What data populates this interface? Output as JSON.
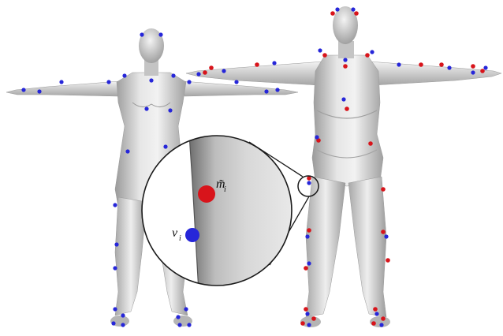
{
  "figure": {
    "labels": {
      "marker_label": "m̃",
      "marker_subscript": "i",
      "vertex_label": "v",
      "vertex_subscript": "i"
    },
    "colors": {
      "background": "#ffffff",
      "body_light": "#f0f0f0",
      "body_mid": "#c9c9c9",
      "body_dark": "#8c8c8c",
      "marker_red": "#d8141b",
      "vertex_blue": "#2626d9",
      "outline": "#1a1a1a"
    }
  }
}
